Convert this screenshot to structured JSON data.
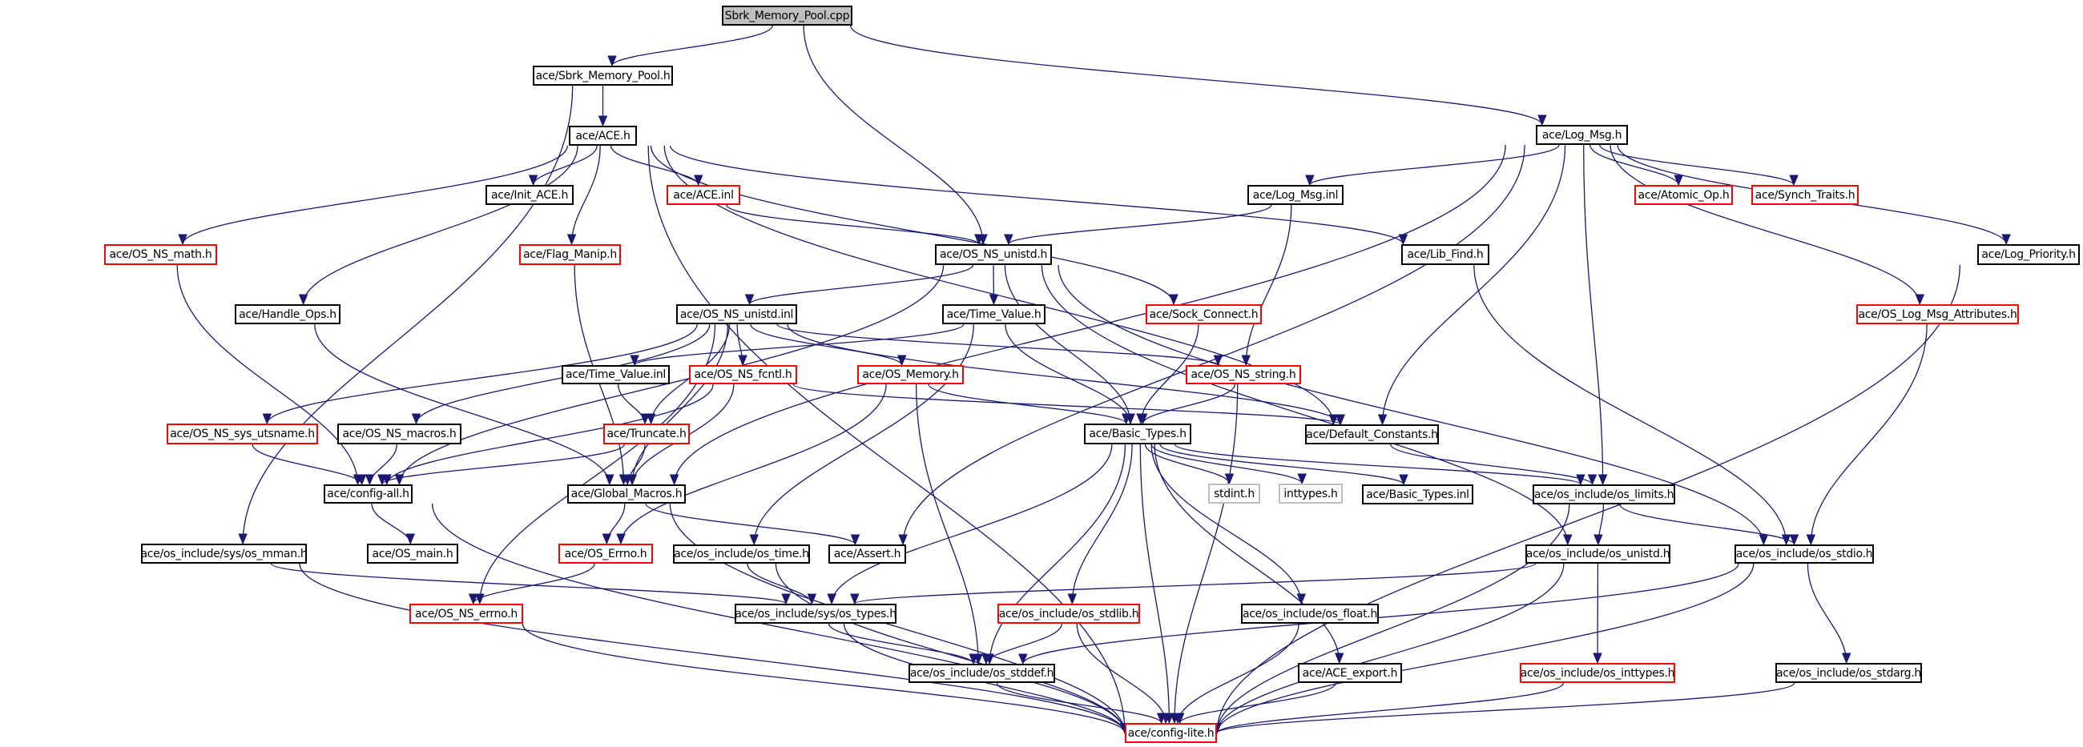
{
  "diagram": {
    "type": "include-dependency-graph",
    "colors": {
      "edge": "#191970",
      "root_fill": "#bfbfbf",
      "normal_border": "#000000",
      "truncated_border": "#ff0000",
      "external_border": "#bfbfbf"
    },
    "nodes": [
      {
        "id": "cpp",
        "label": "Sbrk_Memory_Pool.cpp",
        "style": "root"
      },
      {
        "id": "sbrk_h",
        "label": "ace/Sbrk_Memory_Pool.h",
        "style": "normal"
      },
      {
        "id": "ace_h",
        "label": "ace/ACE.h",
        "style": "normal"
      },
      {
        "id": "log_msg_h",
        "label": "ace/Log_Msg.h",
        "style": "normal"
      },
      {
        "id": "init_ace",
        "label": "ace/Init_ACE.h",
        "style": "normal"
      },
      {
        "id": "ace_inl",
        "label": "ace/ACE.inl",
        "style": "red"
      },
      {
        "id": "log_msg_inl",
        "label": "ace/Log_Msg.inl",
        "style": "normal"
      },
      {
        "id": "atomic_op",
        "label": "ace/Atomic_Op.h",
        "style": "red"
      },
      {
        "id": "synch_traits",
        "label": "ace/Synch_Traits.h",
        "style": "red"
      },
      {
        "id": "os_ns_math",
        "label": "ace/OS_NS_math.h",
        "style": "red"
      },
      {
        "id": "flag_manip",
        "label": "ace/Flag_Manip.h",
        "style": "red"
      },
      {
        "id": "os_ns_unistd_h",
        "label": "ace/OS_NS_unistd.h",
        "style": "normal"
      },
      {
        "id": "lib_find",
        "label": "ace/Lib_Find.h",
        "style": "normal"
      },
      {
        "id": "log_priority",
        "label": "ace/Log_Priority.h",
        "style": "normal"
      },
      {
        "id": "handle_ops",
        "label": "ace/Handle_Ops.h",
        "style": "normal"
      },
      {
        "id": "os_ns_unistd_inl",
        "label": "ace/OS_NS_unistd.inl",
        "style": "normal"
      },
      {
        "id": "time_value_h",
        "label": "ace/Time_Value.h",
        "style": "normal"
      },
      {
        "id": "sock_connect",
        "label": "ace/Sock_Connect.h",
        "style": "red"
      },
      {
        "id": "os_log_msg_attr",
        "label": "ace/OS_Log_Msg_Attributes.h",
        "style": "red"
      },
      {
        "id": "time_value_inl",
        "label": "ace/Time_Value.inl",
        "style": "normal"
      },
      {
        "id": "os_ns_fcntl",
        "label": "ace/OS_NS_fcntl.h",
        "style": "red"
      },
      {
        "id": "os_memory",
        "label": "ace/OS_Memory.h",
        "style": "red"
      },
      {
        "id": "os_ns_string",
        "label": "ace/OS_NS_string.h",
        "style": "red"
      },
      {
        "id": "os_ns_sys_utsname",
        "label": "ace/OS_NS_sys_utsname.h",
        "style": "red"
      },
      {
        "id": "os_ns_macros",
        "label": "ace/OS_NS_macros.h",
        "style": "normal"
      },
      {
        "id": "truncate",
        "label": "ace/Truncate.h",
        "style": "red"
      },
      {
        "id": "basic_types_h",
        "label": "ace/Basic_Types.h",
        "style": "normal"
      },
      {
        "id": "default_constants",
        "label": "ace/Default_Constants.h",
        "style": "normal"
      },
      {
        "id": "config_all",
        "label": "ace/config-all.h",
        "style": "normal"
      },
      {
        "id": "global_macros",
        "label": "ace/Global_Macros.h",
        "style": "normal"
      },
      {
        "id": "stdint",
        "label": "stdint.h",
        "style": "gray"
      },
      {
        "id": "inttypes",
        "label": "inttypes.h",
        "style": "gray"
      },
      {
        "id": "basic_types_inl",
        "label": "ace/Basic_Types.inl",
        "style": "normal"
      },
      {
        "id": "os_limits",
        "label": "ace/os_include/os_limits.h",
        "style": "normal"
      },
      {
        "id": "os_mman",
        "label": "ace/os_include/sys/os_mman.h",
        "style": "normal"
      },
      {
        "id": "os_main",
        "label": "ace/OS_main.h",
        "style": "normal"
      },
      {
        "id": "os_errno",
        "label": "ace/OS_Errno.h",
        "style": "red"
      },
      {
        "id": "os_time",
        "label": "ace/os_include/os_time.h",
        "style": "normal"
      },
      {
        "id": "assert",
        "label": "ace/Assert.h",
        "style": "normal"
      },
      {
        "id": "os_unistd",
        "label": "ace/os_include/os_unistd.h",
        "style": "normal"
      },
      {
        "id": "os_stdio",
        "label": "ace/os_include/os_stdio.h",
        "style": "normal"
      },
      {
        "id": "os_ns_errno",
        "label": "ace/OS_NS_errno.h",
        "style": "red"
      },
      {
        "id": "os_types",
        "label": "ace/os_include/sys/os_types.h",
        "style": "normal"
      },
      {
        "id": "os_stdlib",
        "label": "ace/os_include/os_stdlib.h",
        "style": "red"
      },
      {
        "id": "os_float",
        "label": "ace/os_include/os_float.h",
        "style": "normal"
      },
      {
        "id": "os_stddef",
        "label": "ace/os_include/os_stddef.h",
        "style": "normal"
      },
      {
        "id": "ace_export",
        "label": "ace/ACE_export.h",
        "style": "normal"
      },
      {
        "id": "os_inttypes",
        "label": "ace/os_include/os_inttypes.h",
        "style": "red"
      },
      {
        "id": "os_stdarg",
        "label": "ace/os_include/os_stdarg.h",
        "style": "normal"
      },
      {
        "id": "config_lite",
        "label": "ace/config-lite.h",
        "style": "red"
      }
    ],
    "edges": [
      [
        "cpp",
        "sbrk_h"
      ],
      [
        "cpp",
        "os_ns_unistd_h"
      ],
      [
        "cpp",
        "log_msg_h"
      ],
      [
        "sbrk_h",
        "ace_h"
      ],
      [
        "sbrk_h",
        "os_mman"
      ],
      [
        "ace_h",
        "init_ace"
      ],
      [
        "ace_h",
        "ace_inl"
      ],
      [
        "ace_h",
        "flag_manip"
      ],
      [
        "ace_h",
        "os_ns_math"
      ],
      [
        "ace_h",
        "handle_ops"
      ],
      [
        "ace_h",
        "config_lite"
      ],
      [
        "ace_h",
        "sock_connect"
      ],
      [
        "ace_h",
        "default_constants"
      ],
      [
        "ace_h",
        "lib_find"
      ],
      [
        "ace_inl",
        "os_ns_unistd_h"
      ],
      [
        "log_msg_h",
        "log_msg_inl"
      ],
      [
        "log_msg_h",
        "atomic_op"
      ],
      [
        "log_msg_h",
        "synch_traits"
      ],
      [
        "log_msg_h",
        "log_priority"
      ],
      [
        "log_msg_h",
        "os_log_msg_attr"
      ],
      [
        "log_msg_h",
        "default_constants"
      ],
      [
        "log_msg_h",
        "os_limits"
      ],
      [
        "log_msg_h",
        "global_macros"
      ],
      [
        "log_msg_h",
        "assert"
      ],
      [
        "log_msg_inl",
        "os_ns_unistd_h"
      ],
      [
        "log_msg_inl",
        "os_ns_string"
      ],
      [
        "os_ns_math",
        "config_all"
      ],
      [
        "flag_manip",
        "global_macros"
      ],
      [
        "handle_ops",
        "global_macros"
      ],
      [
        "os_ns_unistd_h",
        "os_ns_unistd_inl"
      ],
      [
        "os_ns_unistd_h",
        "time_value_h"
      ],
      [
        "os_ns_unistd_h",
        "basic_types_h"
      ],
      [
        "os_ns_unistd_h",
        "config_all"
      ],
      [
        "os_ns_unistd_h",
        "os_stdio"
      ],
      [
        "os_ns_unistd_h",
        "os_unistd"
      ],
      [
        "lib_find",
        "os_stdio"
      ],
      [
        "log_priority",
        "config_lite"
      ],
      [
        "os_log_msg_attr",
        "os_stdio"
      ],
      [
        "os_ns_unistd_inl",
        "os_ns_sys_utsname"
      ],
      [
        "os_ns_unistd_inl",
        "os_ns_macros"
      ],
      [
        "os_ns_unistd_inl",
        "truncate"
      ],
      [
        "os_ns_unistd_inl",
        "os_ns_fcntl"
      ],
      [
        "os_ns_unistd_inl",
        "os_memory"
      ],
      [
        "os_ns_unistd_inl",
        "os_ns_string"
      ],
      [
        "os_ns_unistd_inl",
        "default_constants"
      ],
      [
        "os_ns_unistd_inl",
        "os_ns_errno"
      ],
      [
        "os_ns_unistd_inl",
        "global_macros"
      ],
      [
        "time_value_h",
        "time_value_inl"
      ],
      [
        "time_value_h",
        "basic_types_h"
      ],
      [
        "time_value_h",
        "os_time"
      ],
      [
        "sock_connect",
        "basic_types_h"
      ],
      [
        "time_value_inl",
        "truncate"
      ],
      [
        "os_ns_fcntl",
        "config_all"
      ],
      [
        "os_ns_fcntl",
        "global_macros"
      ],
      [
        "os_ns_fcntl",
        "default_constants"
      ],
      [
        "os_memory",
        "basic_types_h"
      ],
      [
        "os_memory",
        "os_errno"
      ],
      [
        "os_memory",
        "os_stddef"
      ],
      [
        "os_ns_string",
        "basic_types_h"
      ],
      [
        "os_ns_string",
        "config_lite"
      ],
      [
        "os_ns_sys_utsname",
        "config_all"
      ],
      [
        "os_ns_macros",
        "config_all"
      ],
      [
        "truncate",
        "config_all"
      ],
      [
        "truncate",
        "global_macros"
      ],
      [
        "basic_types_h",
        "stdint"
      ],
      [
        "basic_types_h",
        "inttypes"
      ],
      [
        "basic_types_h",
        "basic_types_inl"
      ],
      [
        "basic_types_h",
        "os_limits"
      ],
      [
        "basic_types_h",
        "os_types"
      ],
      [
        "basic_types_h",
        "os_stdlib"
      ],
      [
        "basic_types_h",
        "os_stddef"
      ],
      [
        "basic_types_h",
        "config_lite"
      ],
      [
        "basic_types_h",
        "os_float"
      ],
      [
        "basic_types_h",
        "ace_export"
      ],
      [
        "default_constants",
        "os_limits"
      ],
      [
        "config_all",
        "os_main"
      ],
      [
        "config_all",
        "config_lite"
      ],
      [
        "global_macros",
        "os_errno"
      ],
      [
        "global_macros",
        "assert"
      ],
      [
        "global_macros",
        "config_lite"
      ],
      [
        "os_mman",
        "os_types"
      ],
      [
        "os_mman",
        "config_lite"
      ],
      [
        "os_errno",
        "os_ns_errno"
      ],
      [
        "os_time",
        "os_types"
      ],
      [
        "os_time",
        "config_lite"
      ],
      [
        "os_ns_errno",
        "config_lite"
      ],
      [
        "os_limits",
        "os_unistd"
      ],
      [
        "os_limits",
        "os_stdio"
      ],
      [
        "os_limits",
        "config_lite"
      ],
      [
        "os_unistd",
        "os_types"
      ],
      [
        "os_unistd",
        "os_inttypes"
      ],
      [
        "os_unistd",
        "config_lite"
      ],
      [
        "os_stdio",
        "os_stddef"
      ],
      [
        "os_stdio",
        "os_stdarg"
      ],
      [
        "os_stdio",
        "config_lite"
      ],
      [
        "os_types",
        "os_stddef"
      ],
      [
        "os_types",
        "config_lite"
      ],
      [
        "os_stdlib",
        "os_stddef"
      ],
      [
        "os_stdlib",
        "config_lite"
      ],
      [
        "os_float",
        "config_lite"
      ],
      [
        "os_stddef",
        "config_lite"
      ],
      [
        "ace_export",
        "config_lite"
      ],
      [
        "os_inttypes",
        "config_lite"
      ],
      [
        "os_stdarg",
        "config_lite"
      ]
    ]
  }
}
